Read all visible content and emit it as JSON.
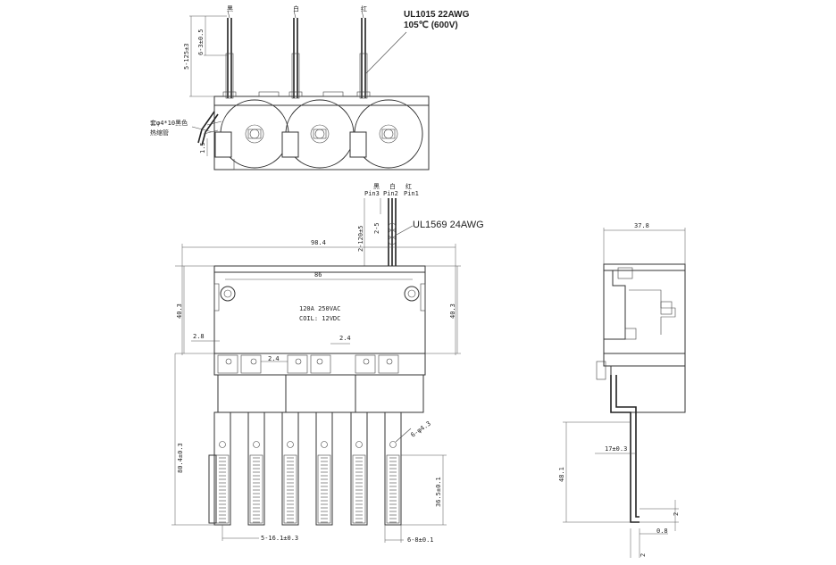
{
  "wire_spec": {
    "line1": "UL1015 22AWG",
    "line2": "105℃ (600V)"
  },
  "wire_colors": {
    "black": "黑",
    "white": "白",
    "red": "红"
  },
  "heat_shrink_note": {
    "line1": "套φ4*10黑色",
    "line2": "热缩管"
  },
  "pins": {
    "pin3": "Pin3",
    "pin2": "Pin2",
    "pin1": "Pin1"
  },
  "coil_wire_spec": "UL1569 24AWG",
  "label_text": {
    "rating": "120A 250VAC",
    "coil": "COIL: 12VDC"
  },
  "dimensions": {
    "lead_length_top_total": "5-125±3",
    "lead_strip_top": "6-3±0.5",
    "lead_offset_side": "1.5",
    "coil_lead_length": "2-120±5",
    "coil_lead_strip": "2-5",
    "overall_width": "98.4",
    "mount_hole_pitch": "86",
    "body_height_left": "40.3",
    "body_height_right": "40.3",
    "left_offset": "2.8",
    "terminal_gap": "2.4",
    "terminal_gap_2": "2.4",
    "terminal_length": "80.4±0.3",
    "hole_diameter": "6-φ4.3",
    "terminal_exposed": "36.5±0.1",
    "terminal_pitch": "5-16.1±0.3",
    "terminal_width": "6-8±0.1",
    "side_depth": "37.8",
    "side_terminal_offset": "17±0.3",
    "side_height": "48.1",
    "side_bend": "2",
    "side_thickness": "0.8",
    "side_bottom": "2"
  }
}
